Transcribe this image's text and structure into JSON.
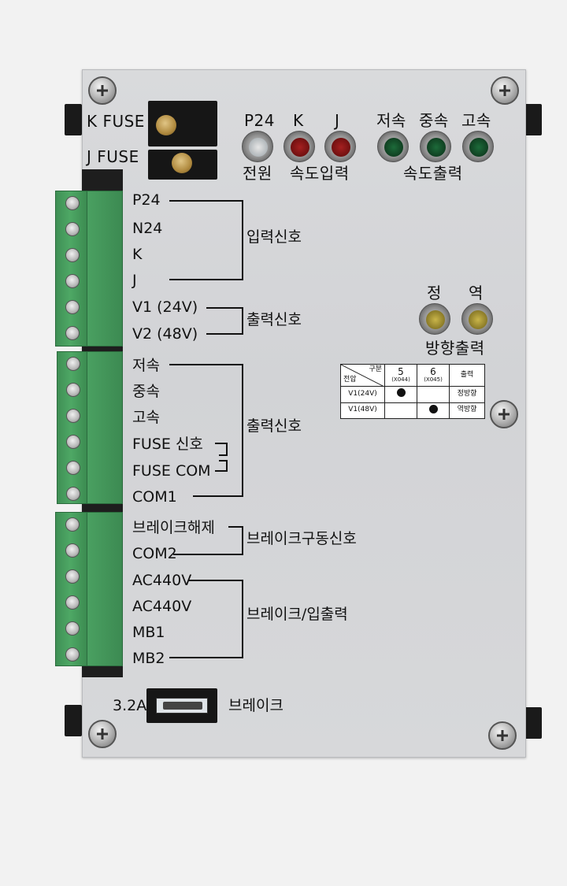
{
  "fuse_labels": {
    "k": "K FUSE",
    "j": "J FUSE"
  },
  "indicators": {
    "top_labels": [
      "P24",
      "K",
      "J",
      "저속",
      "중속",
      "고속"
    ],
    "power": "전원",
    "speed_input": "속도입력",
    "speed_output": "속도출력",
    "dir_labels": [
      "정",
      "역"
    ],
    "dir_output": "방향출력",
    "colors": {
      "power": "#9aa3a8",
      "speed_input": "#7a1010",
      "speed_output": "#0e4a25",
      "direction": "#8a7a20"
    }
  },
  "terminals": {
    "group1": {
      "labels": [
        "P24",
        "N24",
        "K",
        "J"
      ],
      "title": "입력신호"
    },
    "group2": {
      "labels": [
        "V1 (24V)",
        "V2 (48V)"
      ],
      "title": "출력신호"
    },
    "group3": {
      "labels": [
        "저속",
        "중속",
        "고속",
        "FUSE 신호",
        "FUSE COM",
        "COM1"
      ],
      "title": "출력신호"
    },
    "group4": {
      "labels": [
        "브레이크해제",
        "COM2"
      ],
      "title": "브레이크구동신호"
    },
    "group5": {
      "labels": [
        "AC440V",
        "AC440V",
        "MB1",
        "MB2"
      ],
      "title": "브레이크/입출력"
    }
  },
  "table": {
    "header_corner_top": "구분",
    "header_corner_bottom": "전압",
    "col5": "5",
    "col5_sub": "(X044)",
    "col6": "6",
    "col6_sub": "(X045)",
    "col_out": "출력",
    "rows": [
      {
        "voltage": "V1(24V)",
        "output": "정방향"
      },
      {
        "voltage": "V1(48V)",
        "output": "역방향"
      }
    ]
  },
  "brake_fuse": {
    "rating": "3.2A",
    "label": "브레이크"
  }
}
